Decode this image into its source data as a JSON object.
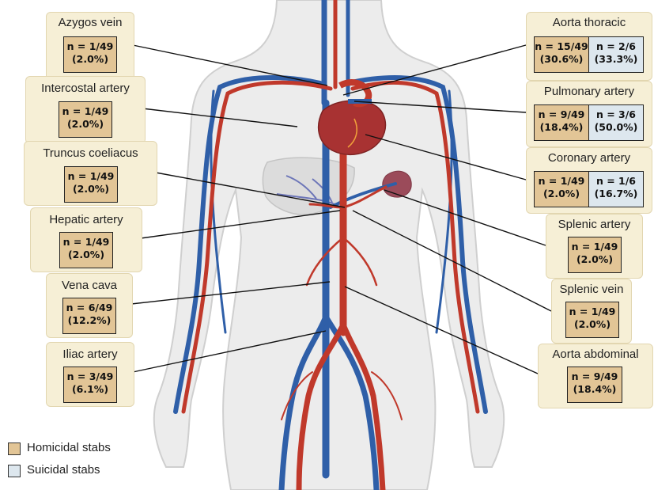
{
  "colors": {
    "homicidal": "#e2c596",
    "suicidal": "#dde7ee",
    "box_bg": "#f6efd6",
    "artery": "#c0392b",
    "vein": "#2f5fa8"
  },
  "legend": {
    "homicidal": "Homicidal stabs",
    "suicidal": "Suicidal stabs"
  },
  "labels": {
    "azygos_vein": {
      "title": "Azygos vein",
      "homicidal_n": "n = 1/49",
      "homicidal_pct": "(2.0%)"
    },
    "intercostal_artery": {
      "title": "Intercostal artery",
      "homicidal_n": "n = 1/49",
      "homicidal_pct": "(2.0%)"
    },
    "truncus_coeliacus": {
      "title": "Truncus coeliacus",
      "homicidal_n": "n = 1/49",
      "homicidal_pct": "(2.0%)"
    },
    "hepatic_artery": {
      "title": "Hepatic artery",
      "homicidal_n": "n = 1/49",
      "homicidal_pct": "(2.0%)"
    },
    "vena_cava": {
      "title": "Vena cava",
      "homicidal_n": "n = 6/49",
      "homicidal_pct": "(12.2%)"
    },
    "iliac_artery": {
      "title": "Iliac artery",
      "homicidal_n": "n = 3/49",
      "homicidal_pct": "(6.1%)"
    },
    "aorta_thoracic": {
      "title": "Aorta thoracic",
      "homicidal_n": "n = 15/49",
      "homicidal_pct": "(30.6%)",
      "suicidal_n": "n = 2/6",
      "suicidal_pct": "(33.3%)"
    },
    "pulmonary_artery": {
      "title": "Pulmonary artery",
      "homicidal_n": "n = 9/49",
      "homicidal_pct": "(18.4%)",
      "suicidal_n": "n = 3/6",
      "suicidal_pct": "(50.0%)"
    },
    "coronary_artery": {
      "title": "Coronary artery",
      "homicidal_n": "n = 1/49",
      "homicidal_pct": "(2.0%)",
      "suicidal_n": "n = 1/6",
      "suicidal_pct": "(16.7%)"
    },
    "splenic_artery": {
      "title": "Splenic artery",
      "homicidal_n": "n = 1/49",
      "homicidal_pct": "(2.0%)"
    },
    "splenic_vein": {
      "title": "Splenic vein",
      "homicidal_n": "n = 1/49",
      "homicidal_pct": "(2.0%)"
    },
    "aorta_abdominal": {
      "title": "Aorta abdominal",
      "homicidal_n": "n = 9/49",
      "homicidal_pct": "(18.4%)"
    }
  }
}
